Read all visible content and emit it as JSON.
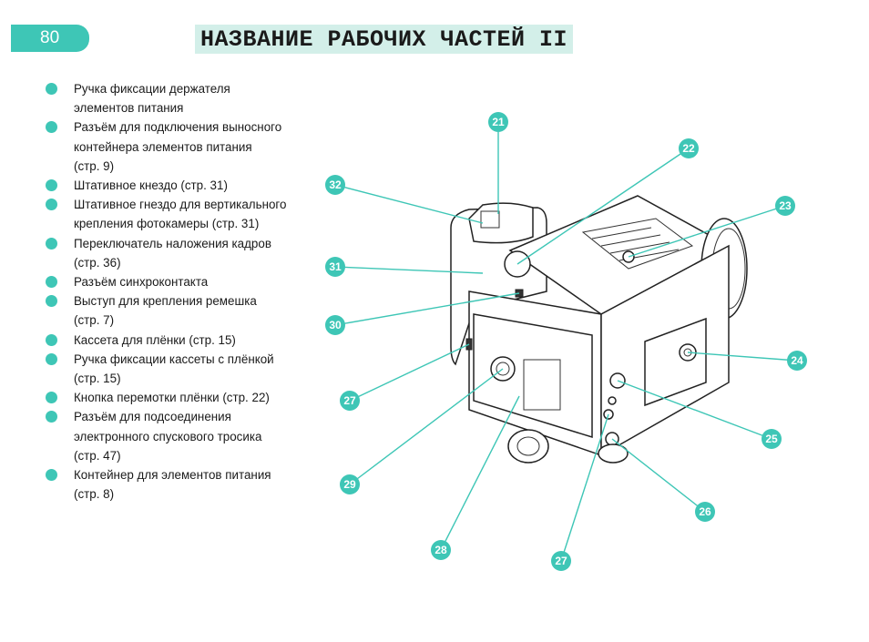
{
  "page": {
    "number": "80",
    "title": "НАЗВАНИЕ РАБОЧИХ ЧАСТЕЙ II",
    "accent_color": "#3ec6b6",
    "title_bg_color": "#d3efe9"
  },
  "parts": [
    {
      "icon": "number-bullet",
      "lines": [
        "Ручка фиксации держателя",
        "элементов питания"
      ]
    },
    {
      "icon": "number-bullet",
      "lines": [
        "Разъём для подключения выносного",
        "контейнера элементов питания",
        "(стр. 9)"
      ]
    },
    {
      "icon": "number-bullet",
      "lines": [
        "Штативное кнездо (стр. 31)"
      ]
    },
    {
      "icon": "number-bullet",
      "lines": [
        "Штативное гнездо для вертикального",
        "крепления фотокамеры (стр. 31)"
      ]
    },
    {
      "icon": "number-bullet",
      "lines": [
        "Переключатель наложения кадров",
        "(стр. 36)"
      ]
    },
    {
      "icon": "number-bullet",
      "lines": [
        "Разъём синхроконтакта"
      ]
    },
    {
      "icon": "number-bullet",
      "lines": [
        "Выступ для крепления ремешка",
        "(стр. 7)"
      ]
    },
    {
      "icon": "number-bullet",
      "lines": [
        "Кассета для плёнки (стр. 15)"
      ]
    },
    {
      "icon": "number-bullet",
      "lines": [
        "Ручка фиксации кассеты с плёнкой",
        "(стр. 15)"
      ]
    },
    {
      "icon": "number-bullet",
      "lines": [
        "Кнопка перемотки плёнки (стр. 22)"
      ]
    },
    {
      "icon": "number-bullet",
      "lines": [
        "Разъём для подсоединения",
        "электронного спускового тросика",
        "(стр. 47)"
      ]
    },
    {
      "icon": "number-bullet",
      "lines": [
        "Контейнер для элементов питания",
        "(стр. 8)"
      ]
    }
  ],
  "callouts": [
    "21",
    "22",
    "23",
    "24",
    "25",
    "26",
    "27",
    "28",
    "29",
    "27",
    "30",
    "31",
    "32"
  ]
}
